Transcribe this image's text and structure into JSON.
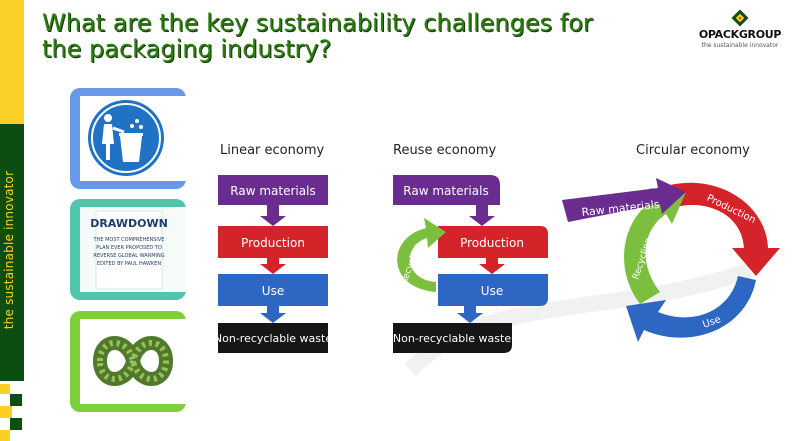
{
  "slide": {
    "title_line1": "What are the key sustainability challenges for",
    "title_line2": "the packaging industry?",
    "side_text": "the sustainable innovator"
  },
  "logo": {
    "name": "OPACKGROUP",
    "tagline": "the sustainable innovator"
  },
  "images": {
    "drawdown_title": "DRAWDOWN",
    "drawdown_sub1": "THE MOST COMPREHENSIVE",
    "drawdown_sub2": "PLAN EVER PROPOSED TO",
    "drawdown_sub3": "REVERSE GLOBAL WARMING",
    "drawdown_sub4": "EDITED BY PAUL HAWKEN"
  },
  "diagram": {
    "linear": {
      "title": "Linear economy",
      "steps": [
        "Raw materials",
        "Production",
        "Use",
        "Non-recyclable waste"
      ]
    },
    "reuse": {
      "title": "Reuse economy",
      "steps": [
        "Raw materials",
        "Production",
        "Use",
        "Non-recyclable waste"
      ],
      "loop_label": "Recycling"
    },
    "circular": {
      "title": "Circular economy",
      "raw": "Raw materials",
      "production": "Production",
      "use": "Use",
      "recycling": "Recycling"
    },
    "colors": {
      "purple": "#6a2c8f",
      "red": "#d4242a",
      "blue": "#2e66c4",
      "black": "#161616",
      "green": "#7cbf3f"
    }
  }
}
